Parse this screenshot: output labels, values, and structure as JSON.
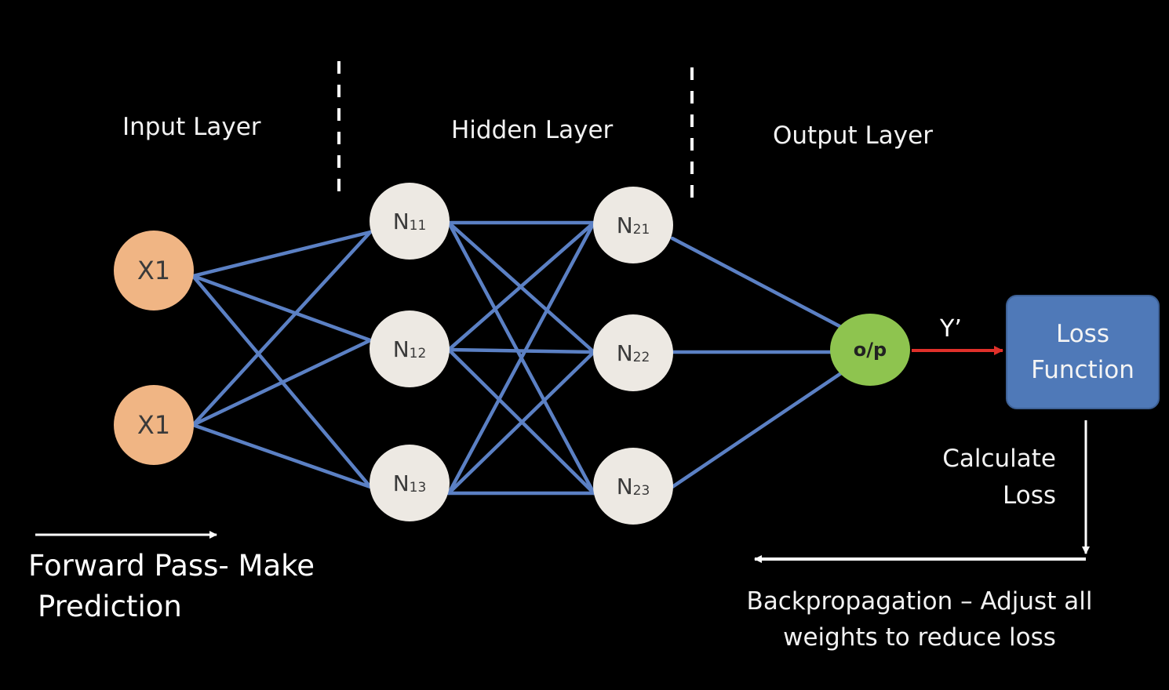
{
  "layers": {
    "input_label": "Input Layer",
    "hidden_label": "Hidden Layer",
    "output_label": "Output Layer"
  },
  "nodes": {
    "inputs": [
      {
        "label": "X1"
      },
      {
        "label": "X1"
      }
    ],
    "hidden": [
      {
        "base": "N",
        "sub": "11"
      },
      {
        "base": "N",
        "sub": "12"
      },
      {
        "base": "N",
        "sub": "13"
      },
      {
        "base": "N",
        "sub": "21"
      },
      {
        "base": "N",
        "sub": "22"
      },
      {
        "base": "N",
        "sub": "23"
      }
    ],
    "output": {
      "label": "o/p"
    }
  },
  "prediction_label": "Y’",
  "loss_function": {
    "line1": "Loss",
    "line2": "Function"
  },
  "calculate_loss": {
    "line1": "Calculate",
    "line2": "Loss"
  },
  "backprop": {
    "line1": "Backpropagation – Adjust all",
    "line2": "weights to reduce loss"
  },
  "forward_pass": {
    "line1": "Forward Pass- Make",
    "line2": "Prediction"
  },
  "colors": {
    "background": "#000000",
    "connection": "#5b80c4",
    "input_node": "#f0b584",
    "hidden_node": "#ede9e3",
    "output_node": "#8ec44f",
    "loss_box": "#4f79b8",
    "prediction_arrow": "#e0302a",
    "arrows": "#ffffff"
  }
}
